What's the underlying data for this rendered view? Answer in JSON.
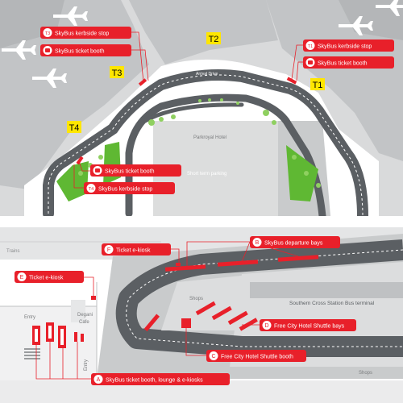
{
  "top_map": {
    "terminals": {
      "t1": "T1",
      "t2": "T2",
      "t3": "T3",
      "t4": "T4"
    },
    "roads": {
      "arrival_drive": "Arrival Drive"
    },
    "areas": {
      "hotel": "Parkroyal Hotel",
      "parking": "Short term parking"
    },
    "callouts": [
      {
        "badge": "T3",
        "text": "SkyBus kerbside stop"
      },
      {
        "badge": "bus-icon",
        "text": "SkyBus ticket booth"
      },
      {
        "badge": "T1",
        "text": "SkyBus kerbside stop"
      },
      {
        "badge": "bus-icon",
        "text": "SkyBus ticket booth"
      },
      {
        "badge": "bus-icon",
        "text": "SkyBus ticket booth"
      },
      {
        "badge": "T4",
        "text": "SkyBus kerbside stop"
      }
    ]
  },
  "bottom_map": {
    "labels": {
      "trains": "Trains",
      "entry": "Entry",
      "entry_vertical": "Entry",
      "degani": "Degani",
      "cafe": "Cafe",
      "shops_top": "Shops",
      "shops_bottom": "Shops",
      "terminal": "Southern Cross Station Bus terminal"
    },
    "callouts": [
      {
        "letter": "F",
        "text": "Ticket e-kiosk"
      },
      {
        "letter": "B",
        "text": "SkyBus departure bays"
      },
      {
        "letter": "E",
        "text": "Ticket e-kiosk"
      },
      {
        "letter": "D",
        "text": "Free City Hotel Shuttle bays"
      },
      {
        "letter": "C",
        "text": "Free City Hotel Shuttle booth"
      },
      {
        "letter": "A",
        "text": "SkyBus ticket booth, lounge & e-kiosks"
      }
    ]
  },
  "colors": {
    "accent": "#e8202a",
    "terminal_badge": "#ffe600",
    "road": "#5b5f63",
    "green": "#5fb833",
    "ground": "#d9dadb",
    "building": "#bfc1c3"
  }
}
